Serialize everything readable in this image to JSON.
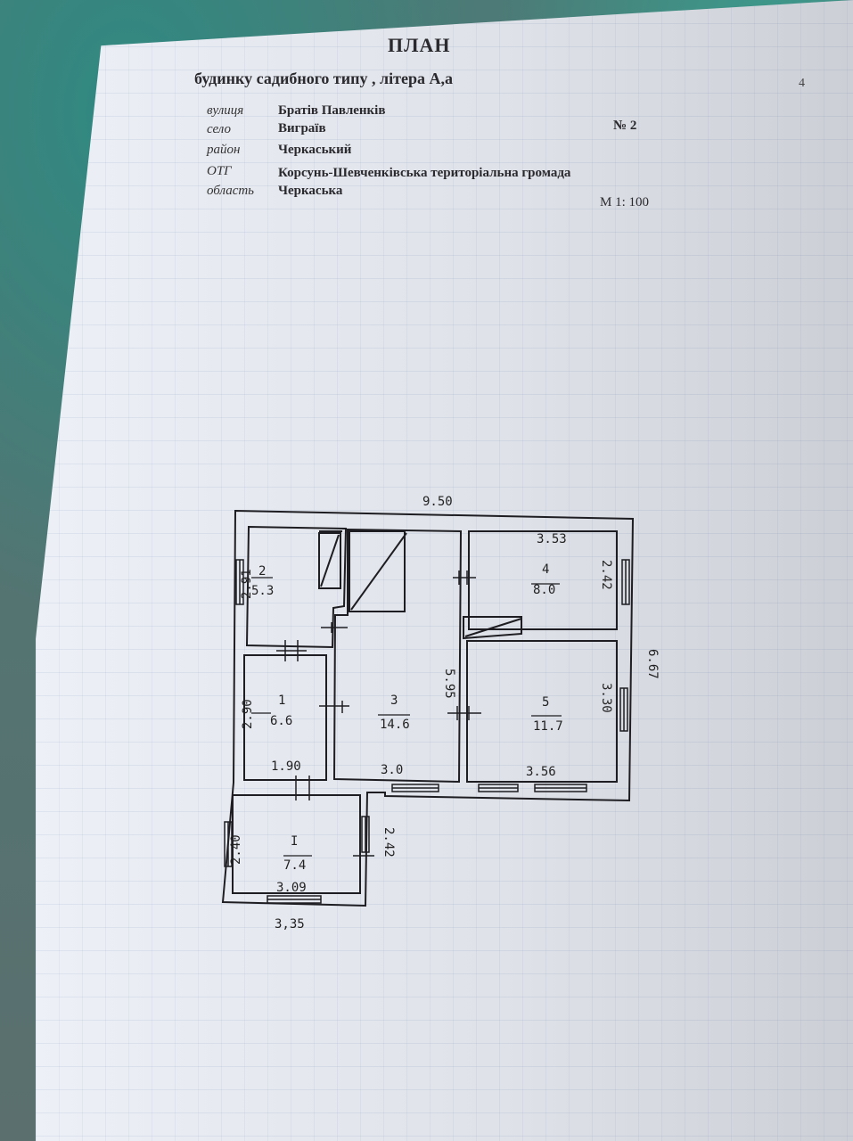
{
  "document": {
    "title": "ПЛАН",
    "subtitle": "будинку садибного типу , літера   А,а",
    "page_number": "4",
    "number": "№ 2",
    "scale": "М 1: 100",
    "address": [
      {
        "label": "вулиця",
        "value": "Братів Павленків"
      },
      {
        "label": "село",
        "value": "Виграїв"
      },
      {
        "label": "район",
        "value": "Черкаський"
      },
      {
        "label": "ОТГ",
        "value": "Корсунь-Шевченківська територіальна громада"
      },
      {
        "label": "область",
        "value": "Черкаська"
      }
    ]
  },
  "floor_plan": {
    "overall_width": "9.50",
    "overall_depth": "6.67",
    "annex_width": "3,35",
    "rooms": [
      {
        "number": "2",
        "area": "5.3",
        "side_dim": "2.91"
      },
      {
        "number": "1",
        "area": "6.6",
        "side_dim": "2.90",
        "bottom_dim": "1.90"
      },
      {
        "number": "3",
        "area": "14.6",
        "side_dim": "5.95",
        "bottom_dim": "3.0"
      },
      {
        "number": "4",
        "area": "8.0",
        "top_dim": "3.53",
        "side_dim": "2.42"
      },
      {
        "number": "5",
        "area": "11.7",
        "side_dim": "3.30",
        "bottom_dim": "3.56"
      },
      {
        "number": "I",
        "area": "7.4",
        "side_dim": "2.40",
        "side_dim_right": "2.42",
        "bottom_dim": "3.09"
      }
    ]
  }
}
